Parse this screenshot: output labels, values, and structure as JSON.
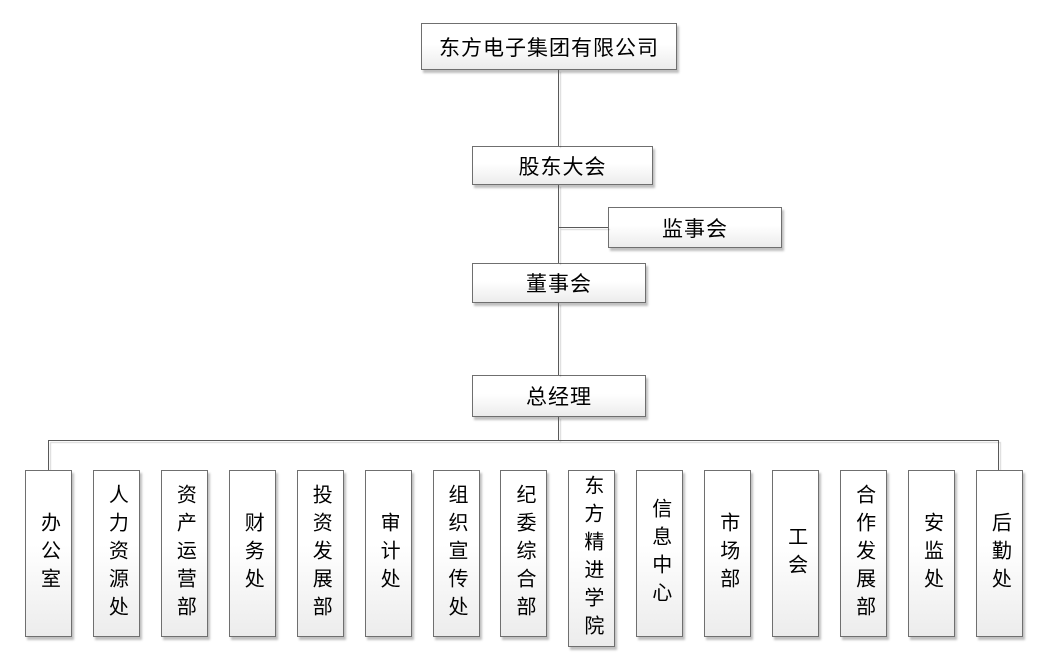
{
  "org": {
    "root": "东方电子集团有限公司",
    "shareholders_meeting": "股东大会",
    "supervisory_board": "监事会",
    "board_of_directors": "董事会",
    "general_manager": "总经理",
    "departments": [
      "办公室",
      "人力资源处",
      "资产运营部",
      "财务处",
      "投资发展部",
      "审计处",
      "组织宣传处",
      "纪委综合部",
      "东方精进学院",
      "信息中心",
      "市场部",
      "工会",
      "合作发展部",
      "安监处",
      "后勤处"
    ]
  },
  "style": {
    "line_color": "#595959",
    "border_color": "#6f6f6f",
    "box_fill_top": "#ffffff",
    "box_fill_bottom": "#ececec",
    "text_color": "#000000"
  }
}
